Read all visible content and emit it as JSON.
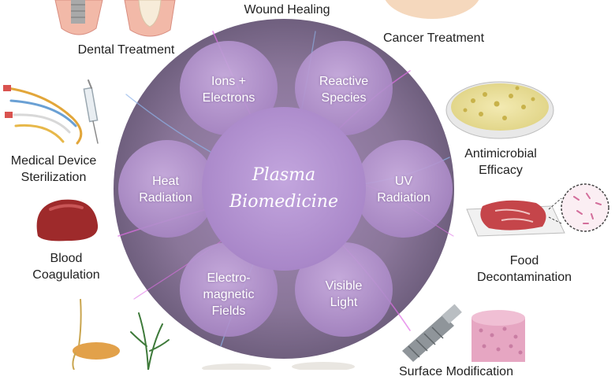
{
  "center": {
    "line1": "Plasma",
    "line2": "Biomedicine"
  },
  "petals": [
    {
      "line1": "Ions +",
      "line2": "Electrons"
    },
    {
      "line1": "Reactive",
      "line2": "Species"
    },
    {
      "line1": "UV",
      "line2": "Radiation"
    },
    {
      "line1": "Visible",
      "line2": "Light"
    },
    {
      "line1": "Electro-",
      "line2": "magnetic",
      "line3": "Fields"
    },
    {
      "line1": "Heat",
      "line2": "Radiation"
    }
  ],
  "applications": {
    "wound_healing": "Wound Healing",
    "dental": "Dental Treatment",
    "cancer": "Cancer Treatment",
    "antimicrobial": {
      "line1": "Antimicrobial",
      "line2": "Efficacy"
    },
    "device": {
      "line1": "Medical Device",
      "line2": "Sterilization"
    },
    "food": {
      "line1": "Food",
      "line2": "Decontamination"
    },
    "blood": {
      "line1": "Blood",
      "line2": "Coagulation"
    },
    "surface": "Surface Modification"
  },
  "colors": {
    "disc": "#8e7a9e",
    "petal": "#b89ad0",
    "center": "#b193cf",
    "filament": "#e070e8",
    "vein": "#7fa6e0"
  }
}
